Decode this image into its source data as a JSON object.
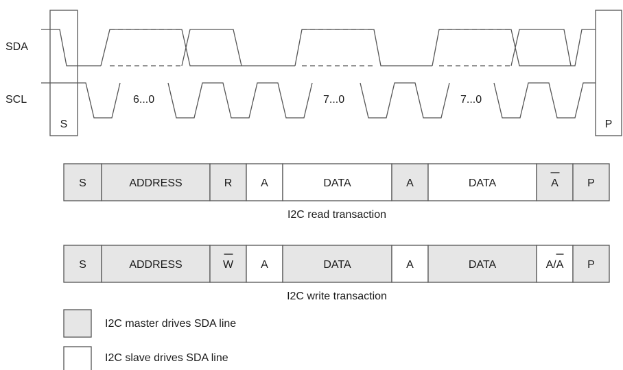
{
  "signals": {
    "sda_label": "SDA",
    "scl_label": "SCL",
    "start_marker": "S",
    "stop_marker": "P",
    "bit_ranges": [
      "6...0",
      "7...0",
      "7...0"
    ]
  },
  "read_transaction": {
    "cells": [
      {
        "label": "S",
        "driver": "master",
        "overline": ""
      },
      {
        "label": "ADDRESS",
        "driver": "master",
        "overline": ""
      },
      {
        "label": "R",
        "driver": "master",
        "overline": ""
      },
      {
        "label": "A",
        "driver": "slave",
        "overline": ""
      },
      {
        "label": "DATA",
        "driver": "slave",
        "overline": ""
      },
      {
        "label": "A",
        "driver": "master",
        "overline": ""
      },
      {
        "label": "DATA",
        "driver": "slave",
        "overline": ""
      },
      {
        "label": "A",
        "driver": "master",
        "overline": "A"
      },
      {
        "label": "P",
        "driver": "master",
        "overline": ""
      }
    ],
    "caption": "I2C read transaction"
  },
  "write_transaction": {
    "cells": [
      {
        "label": "S",
        "driver": "master",
        "overline": ""
      },
      {
        "label": "ADDRESS",
        "driver": "master",
        "overline": ""
      },
      {
        "label": "W",
        "driver": "master",
        "overline": "W"
      },
      {
        "label": "A",
        "driver": "slave",
        "overline": ""
      },
      {
        "label": "DATA",
        "driver": "master",
        "overline": ""
      },
      {
        "label": "A",
        "driver": "slave",
        "overline": ""
      },
      {
        "label": "DATA",
        "driver": "master",
        "overline": ""
      },
      {
        "label": "A/A",
        "driver": "slave",
        "overline": "A/A"
      },
      {
        "label": "P",
        "driver": "master",
        "overline": ""
      }
    ],
    "caption": "I2C write transaction"
  },
  "legend": [
    {
      "label": "I2C master drives SDA line",
      "driver": "master"
    },
    {
      "label": "I2C slave drives SDA line",
      "driver": "slave"
    }
  ],
  "colors": {
    "master_fill": "#e6e6e6",
    "slave_fill": "#ffffff",
    "line": "#555555",
    "text": "#1a1a1a"
  }
}
